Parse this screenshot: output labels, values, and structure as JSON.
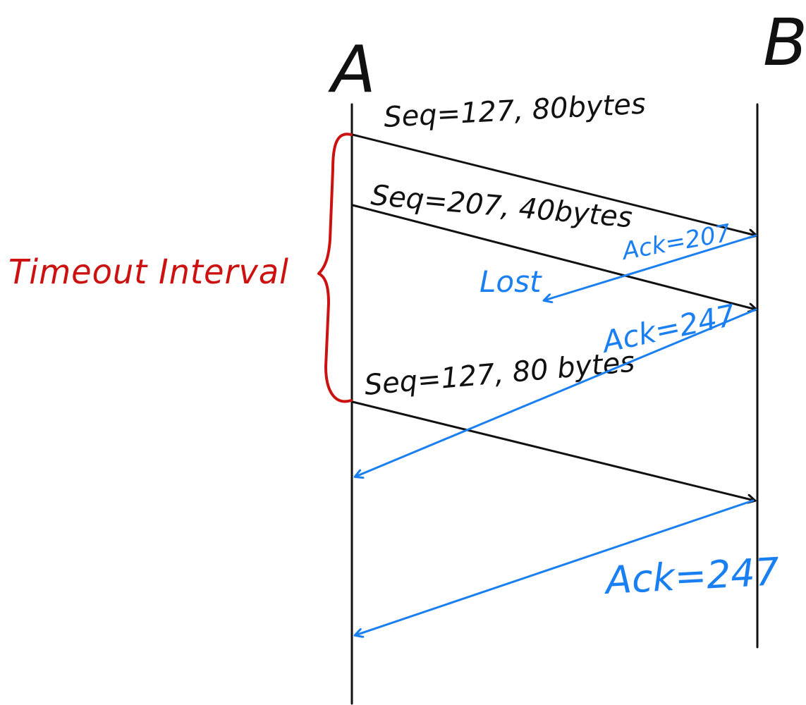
{
  "colors": {
    "segment": "#111111",
    "ack": "#1a7ff0",
    "timeout": "#cc1111"
  },
  "hosts": {
    "a": "A",
    "b": "B"
  },
  "segments": [
    {
      "label": "Seq=127, 80bytes"
    },
    {
      "label": "Seq=207, 40bytes"
    },
    {
      "label": "Seq=127, 80 bytes"
    }
  ],
  "acks": [
    {
      "label": "Ack=207"
    },
    {
      "label": "Ack=247"
    },
    {
      "label": "Ack=247"
    }
  ],
  "lost_label": "Lost",
  "timeout_label": "Timeout Interval"
}
